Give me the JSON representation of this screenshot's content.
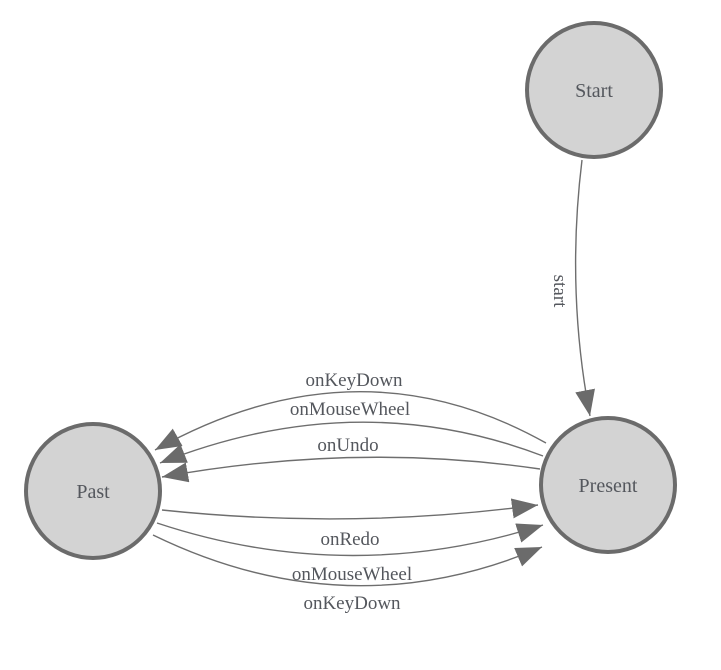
{
  "diagram": {
    "type": "state-machine",
    "nodes": [
      {
        "id": "start",
        "label": "Start"
      },
      {
        "id": "present",
        "label": "Present"
      },
      {
        "id": "past",
        "label": "Past"
      }
    ],
    "edges": [
      {
        "from": "start",
        "to": "present",
        "label": "start"
      },
      {
        "from": "present",
        "to": "past",
        "label": "onKeyDown"
      },
      {
        "from": "present",
        "to": "past",
        "label": "onMouseWheel"
      },
      {
        "from": "present",
        "to": "past",
        "label": "onUndo"
      },
      {
        "from": "past",
        "to": "present",
        "label": "onRedo"
      },
      {
        "from": "past",
        "to": "present",
        "label": "onMouseWheel"
      },
      {
        "from": "past",
        "to": "present",
        "label": "onKeyDown"
      }
    ],
    "colors": {
      "background": "#ffffff",
      "node_fill": "#d3d3d3",
      "node_border": "#6b6b6b",
      "edge_line": "#6e6e6e",
      "arrowhead": "#6b6b6b",
      "label_text": "#54575d"
    }
  }
}
